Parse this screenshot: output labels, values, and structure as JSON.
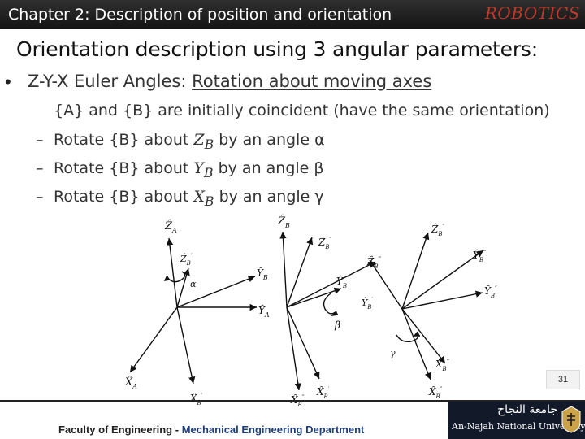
{
  "header": {
    "chapter_title": "Chapter 2: Description of position and orientation",
    "brand": "ROBOTICS"
  },
  "slide": {
    "title": "Orientation description using 3 angular parameters:",
    "bullet_prefix": "Z-Y-X Euler Angles: ",
    "bullet_underlined": "Rotation about moving axes",
    "sub_items": [
      {
        "text": "{A} and {B} are initially coincident (have the same orientation)"
      },
      {
        "pre": "Rotate {B} about ",
        "axis": "Z",
        "sub": "B",
        "post": " by an angle α"
      },
      {
        "pre": "Rotate {B} about ",
        "axis": "Y",
        "sub": "B",
        "post": " by an angle β"
      },
      {
        "pre": "Rotate {B} about ",
        "axis": "X",
        "sub": "B",
        "post": " by an angle γ"
      }
    ]
  },
  "diagram": {
    "labels": {
      "ZA": "Ẑ",
      "ZA_sub": "A",
      "ZB1": "Ẑ",
      "ZB1_sub": "B",
      "ZB1_prime": "′",
      "YB": "Ŷ",
      "YB_sub": "B",
      "YA": "Ŷ",
      "YA_sub": "A",
      "XA": "X̂",
      "XA_sub": "A",
      "XB1": "X̂",
      "XB1_sub": "B",
      "XB1_prime": "′",
      "alpha": "α",
      "ZB": "Ẑ",
      "ZB_sub": "B",
      "ZB2": "Ẑ",
      "ZB2_sub": "B",
      "ZB2_prime": "″",
      "YB2": "Ŷ",
      "YB2_sub": "B",
      "YB2_prime": "″",
      "YB1b": "Ŷ",
      "YB1b_sub": "B",
      "YB1b_prime": "′",
      "beta": "β",
      "XB2a": "X̂",
      "XB2a_sub": "B",
      "XB2a_prime": "″",
      "XB1b": "X̂",
      "XB1b_sub": "B",
      "XB1b_prime": "′",
      "ZB3": "Ẑ",
      "ZB3_sub": "B",
      "ZB3_prime": "‴",
      "ZB2c": "Ẑ",
      "ZB2c_sub": "B",
      "ZB2c_prime": "″",
      "YB3": "Ŷ",
      "YB3_sub": "B",
      "YB3_prime": "‴",
      "YB2c": "Ŷ",
      "YB2c_sub": "B",
      "YB2c_prime": "″",
      "gamma": "γ",
      "XB3": "X̂",
      "XB3_sub": "B",
      "XB3_prime": "‴",
      "XB2c": "X̂",
      "XB2c_sub": "B",
      "XB2c_prime": "″"
    }
  },
  "page_number": "31",
  "footer": {
    "faculty": "Faculty of Engineering - ",
    "department": "Mechanical Engineering Department"
  },
  "logo": {
    "arabic": "جامعة النجاح",
    "english": "An-Najah National University"
  }
}
